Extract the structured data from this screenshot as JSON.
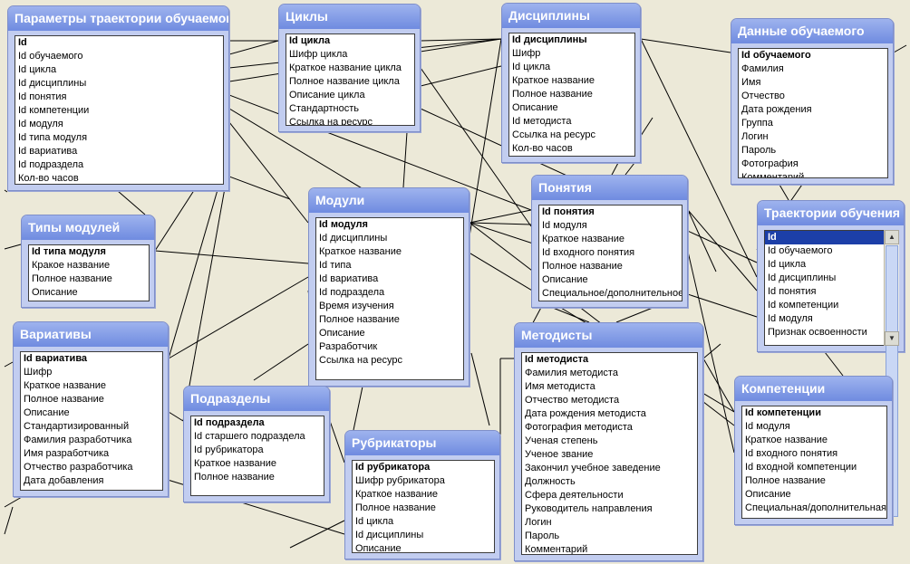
{
  "tables": [
    {
      "id": "params",
      "title": "Параметры траектории обучаемого",
      "fields": [
        {
          "text": "Id",
          "key": true
        },
        {
          "text": "Id обучаемого"
        },
        {
          "text": "Id цикла"
        },
        {
          "text": "Id дисциплины"
        },
        {
          "text": "Id понятия"
        },
        {
          "text": "Id компетенции"
        },
        {
          "text": "Id модуля"
        },
        {
          "text": "Id типа модуля"
        },
        {
          "text": "Id вариатива"
        },
        {
          "text": "Id подраздела"
        },
        {
          "text": "Кол-во часов"
        }
      ]
    },
    {
      "id": "cycles",
      "title": "Циклы",
      "fields": [
        {
          "text": "Id цикла",
          "key": true
        },
        {
          "text": "Шифр цикла"
        },
        {
          "text": "Краткое название цикла"
        },
        {
          "text": "Полное название цикла"
        },
        {
          "text": "Описание цикла"
        },
        {
          "text": "Стандартность"
        },
        {
          "text": "Ссылка на ресурс"
        }
      ]
    },
    {
      "id": "disciplines",
      "title": "Дисциплины",
      "fields": [
        {
          "text": "Id дисциплины",
          "key": true
        },
        {
          "text": "Шифр"
        },
        {
          "text": "Id цикла"
        },
        {
          "text": "Краткое название"
        },
        {
          "text": "Полное название"
        },
        {
          "text": "Описание"
        },
        {
          "text": "Id методиста"
        },
        {
          "text": "Ссылка на ресурс"
        },
        {
          "text": "Кол-во часов"
        }
      ]
    },
    {
      "id": "student",
      "title": "Данные обучаемого",
      "fields": [
        {
          "text": "Id обучаемого",
          "key": true
        },
        {
          "text": "Фамилия"
        },
        {
          "text": "Имя"
        },
        {
          "text": "Отчество"
        },
        {
          "text": "Дата рождения"
        },
        {
          "text": "Группа"
        },
        {
          "text": "Логин"
        },
        {
          "text": "Пароль"
        },
        {
          "text": "Фотография"
        },
        {
          "text": "Комментарий"
        }
      ]
    },
    {
      "id": "moduletypes",
      "title": "Типы модулей",
      "fields": [
        {
          "text": "Id типа модуля",
          "key": true
        },
        {
          "text": "Кракое название"
        },
        {
          "text": "Полное название"
        },
        {
          "text": "Описание"
        }
      ]
    },
    {
      "id": "modules",
      "title": "Модули",
      "fields": [
        {
          "text": "Id модуля",
          "key": true
        },
        {
          "text": "Id дисциплины"
        },
        {
          "text": "Краткое название"
        },
        {
          "text": "Id типа"
        },
        {
          "text": "Id вариатива"
        },
        {
          "text": "Id подраздела"
        },
        {
          "text": "Время изучения"
        },
        {
          "text": "Полное название"
        },
        {
          "text": "Описание"
        },
        {
          "text": "Разработчик"
        },
        {
          "text": "Ссылка на ресурс"
        }
      ]
    },
    {
      "id": "concepts",
      "title": "Понятия",
      "fields": [
        {
          "text": "Id понятия",
          "key": true
        },
        {
          "text": "Id модуля"
        },
        {
          "text": "Краткое название"
        },
        {
          "text": "Id входного понятия"
        },
        {
          "text": "Полное название"
        },
        {
          "text": "Описание"
        },
        {
          "text": "Специальное/дополнительное"
        }
      ]
    },
    {
      "id": "trajectories",
      "title": "Траектории обучения",
      "fields": [
        {
          "text": "Id",
          "key": true,
          "selected": true
        },
        {
          "text": "Id обучаемого"
        },
        {
          "text": "Id цикла"
        },
        {
          "text": "Id дисциплины"
        },
        {
          "text": "Id понятия"
        },
        {
          "text": "Id компетенции"
        },
        {
          "text": "Id модуля"
        },
        {
          "text": "Признак освоенности"
        }
      ]
    },
    {
      "id": "variatives",
      "title": "Вариативы",
      "fields": [
        {
          "text": "Id вариатива",
          "key": true
        },
        {
          "text": "Шифр"
        },
        {
          "text": "Краткое название"
        },
        {
          "text": "Полное название"
        },
        {
          "text": "Описание"
        },
        {
          "text": "Стандартизированный"
        },
        {
          "text": "Фамилия разработчика"
        },
        {
          "text": "Имя разработчика"
        },
        {
          "text": "Отчество разработчика"
        },
        {
          "text": "Дата добавления"
        }
      ]
    },
    {
      "id": "subsections",
      "title": "Подразделы",
      "fields": [
        {
          "text": "Id подраздела",
          "key": true
        },
        {
          "text": "Id старшего подраздела"
        },
        {
          "text": "Id рубрикатора"
        },
        {
          "text": "Краткое название"
        },
        {
          "text": "Полное название"
        }
      ]
    },
    {
      "id": "methodists",
      "title": "Методисты",
      "fields": [
        {
          "text": "Id методиста",
          "key": true
        },
        {
          "text": "Фамилия методиста"
        },
        {
          "text": "Имя методиста"
        },
        {
          "text": "Отчество методиста"
        },
        {
          "text": "Дата рождения методиста"
        },
        {
          "text": "Фотография методиста"
        },
        {
          "text": "Ученая степень"
        },
        {
          "text": "Ученое звание"
        },
        {
          "text": "Закончил учебное заведение"
        },
        {
          "text": "Должность"
        },
        {
          "text": "Сфера деятельности"
        },
        {
          "text": "Руководитель направления"
        },
        {
          "text": "Логин"
        },
        {
          "text": "Пароль"
        },
        {
          "text": "Комментарий"
        }
      ]
    },
    {
      "id": "competencies",
      "title": "Компетенции",
      "fields": [
        {
          "text": "Id компетенции",
          "key": true
        },
        {
          "text": "Id модуля"
        },
        {
          "text": "Краткое название"
        },
        {
          "text": "Id входного понятия"
        },
        {
          "text": "Id входной компетенции"
        },
        {
          "text": "Полное название"
        },
        {
          "text": "Описание"
        },
        {
          "text": "Специальная/дополнительная"
        }
      ]
    },
    {
      "id": "rubricators",
      "title": "Рубрикаторы",
      "fields": [
        {
          "text": "Id рубрикатора",
          "key": true
        },
        {
          "text": "Шифр рубрикатора"
        },
        {
          "text": "Краткое название"
        },
        {
          "text": "Полное название"
        },
        {
          "text": "Id цикла"
        },
        {
          "text": "Id дисциплины"
        },
        {
          "text": "Описание"
        }
      ]
    }
  ]
}
